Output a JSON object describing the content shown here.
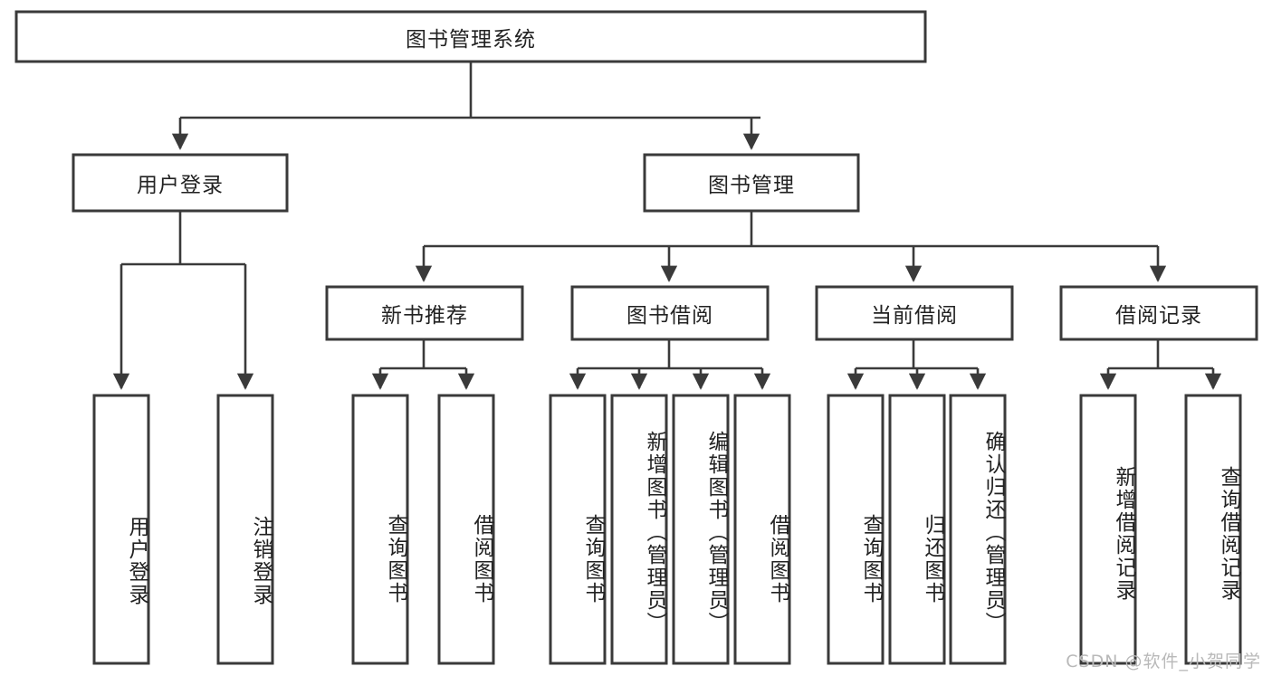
{
  "diagram": {
    "type": "tree-hierarchy",
    "orientation": "top-down",
    "title": "图书管理系统",
    "root": {
      "id": "root",
      "label": "图书管理系统",
      "level": 0
    },
    "level2": [
      {
        "id": "user-login",
        "label": "用户登录",
        "level": 1
      },
      {
        "id": "book-management",
        "label": "图书管理",
        "level": 1
      }
    ],
    "level3": [
      {
        "id": "new-book-recommend",
        "label": "新书推荐",
        "level": 2,
        "parent": "book-management"
      },
      {
        "id": "book-borrow",
        "label": "图书借阅",
        "level": 2,
        "parent": "book-management"
      },
      {
        "id": "current-borrow",
        "label": "当前借阅",
        "level": 2,
        "parent": "book-management"
      },
      {
        "id": "borrow-record",
        "label": "借阅记录",
        "level": 2,
        "parent": "book-management"
      }
    ],
    "leaves": [
      {
        "id": "leaf-user-login",
        "label": "用户登录",
        "parent": "user-login"
      },
      {
        "id": "leaf-user-logout",
        "label": "注销登录",
        "parent": "user-login"
      },
      {
        "id": "leaf-query-book-1",
        "label": "查询图书",
        "parent": "new-book-recommend"
      },
      {
        "id": "leaf-borrow-book-1",
        "label": "借阅图书",
        "parent": "new-book-recommend"
      },
      {
        "id": "leaf-query-book-2",
        "label": "查询图书",
        "parent": "book-borrow"
      },
      {
        "id": "leaf-add-book",
        "label": "新增图书（管理员）",
        "parent": "book-borrow"
      },
      {
        "id": "leaf-edit-book",
        "label": "编辑图书（管理员）",
        "parent": "book-borrow"
      },
      {
        "id": "leaf-borrow-book-2",
        "label": "借阅图书",
        "parent": "book-borrow"
      },
      {
        "id": "leaf-query-book-3",
        "label": "查询图书",
        "parent": "current-borrow"
      },
      {
        "id": "leaf-return-book",
        "label": "归还图书",
        "parent": "current-borrow"
      },
      {
        "id": "leaf-confirm-return",
        "label": "确认归还（管理员）",
        "parent": "current-borrow"
      },
      {
        "id": "leaf-add-record",
        "label": "新增借阅记录",
        "parent": "borrow-record"
      },
      {
        "id": "leaf-query-record",
        "label": "查询借阅记录",
        "parent": "borrow-record"
      }
    ]
  },
  "watermark": {
    "text": "CSDN @软件_小贺同学"
  },
  "colors": {
    "box_stroke": "#3a3a3a",
    "box_fill": "#ffffff",
    "edge": "#3a3a3a",
    "text": "#222222",
    "background": "#ffffff",
    "watermark": "#b9b9b9"
  }
}
